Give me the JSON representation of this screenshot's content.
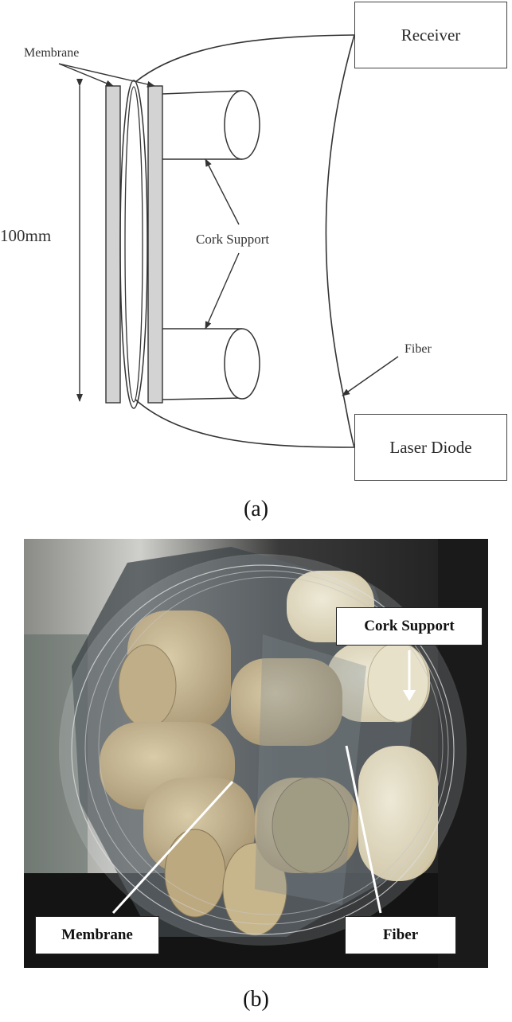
{
  "panel_a": {
    "receiver_label": "Receiver",
    "laser_label": "Laser Diode",
    "membrane_label": "Membrane",
    "dimension_label": "100mm",
    "cork_label": "Cork Support",
    "fiber_label": "Fiber",
    "caption": "(a)"
  },
  "panel_b": {
    "cork_label": "Cork Support",
    "membrane_label": "Membrane",
    "fiber_label": "Fiber",
    "caption": "(b)"
  },
  "colors": {
    "line": "#333333",
    "membrane_fill": "#d3d3d3",
    "cork": "#c9b48a",
    "film": "#9aa3a8"
  }
}
